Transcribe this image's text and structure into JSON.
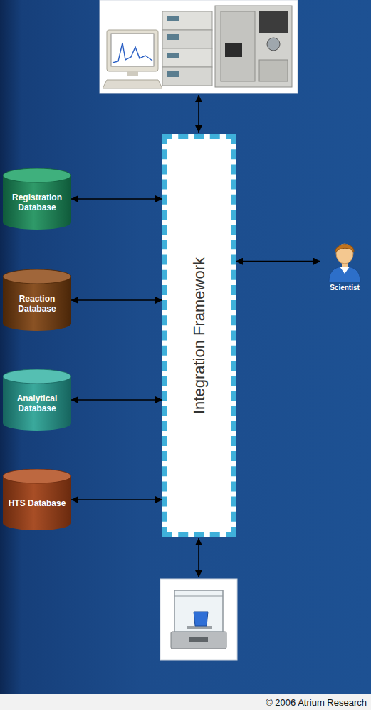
{
  "diagram": {
    "nodes": [
      {
        "text": [
          "Registration Database"
        ]
      },
      {
        "text": [
          "Reaction Database"
        ]
      },
      {
        "text": [
          "Analytical Database"
        ]
      },
      {
        "text": [
          "HTS Database"
        ]
      },
      {
        "text": [
          "Integration Framework"
        ]
      },
      {
        "text": [
          "Scientist"
        ]
      }
    ],
    "edges": [
      {
        "from": 0,
        "to": 4,
        "arrow": "both"
      },
      {
        "from": 1,
        "to": 4,
        "arrow": "both"
      },
      {
        "from": 2,
        "to": 4,
        "arrow": "both"
      },
      {
        "from": 3,
        "to": 4,
        "arrow": "both"
      },
      {
        "from": 4,
        "to": 5,
        "arrow": "both"
      }
    ],
    "labels": [
      "© 2006 Atrium Research"
    ]
  }
}
